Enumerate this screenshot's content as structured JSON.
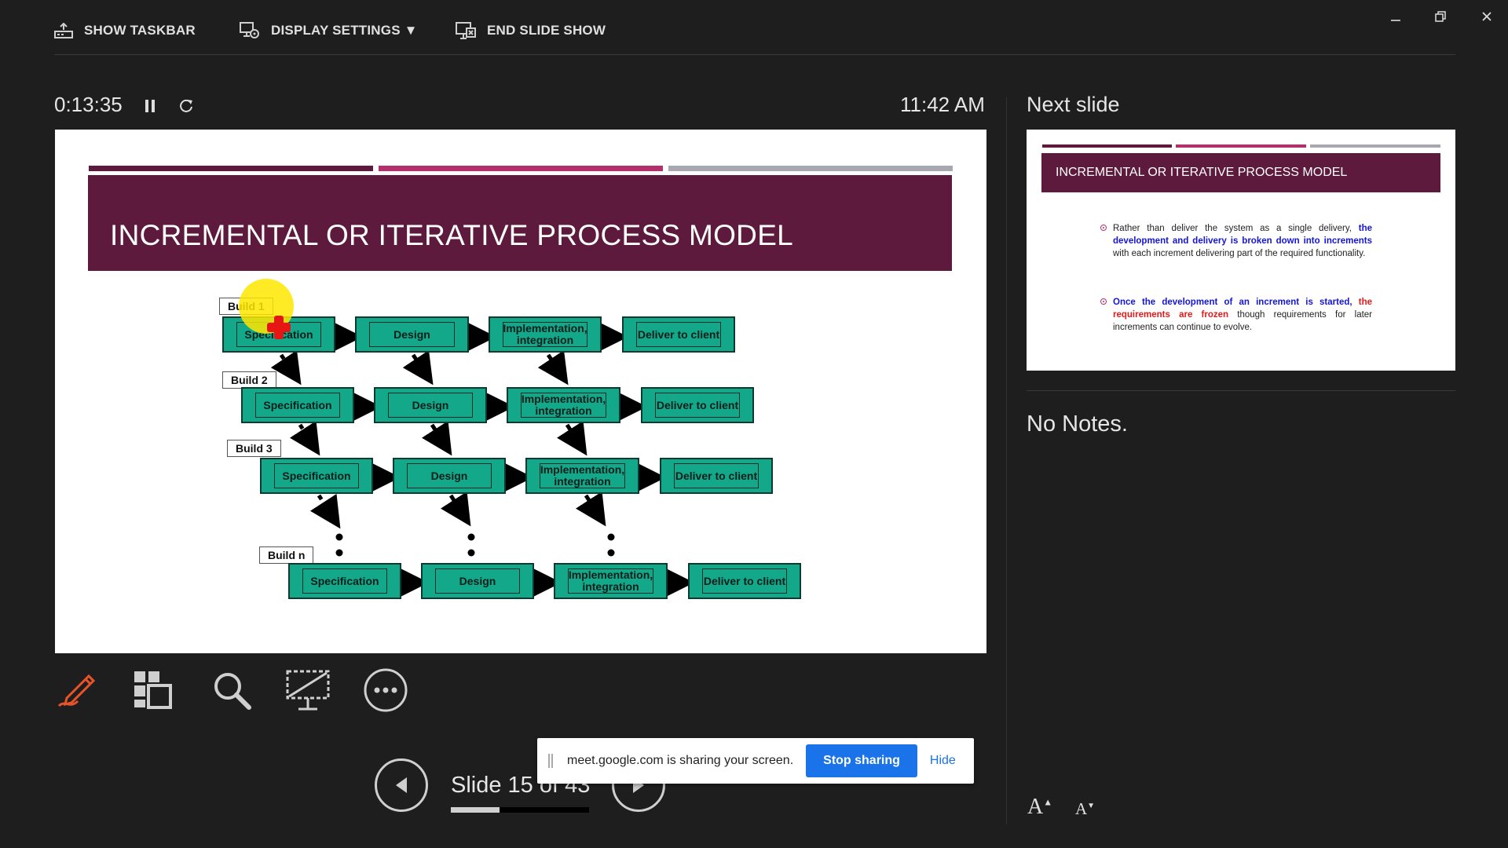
{
  "toolbar": {
    "show_taskbar": "SHOW TASKBAR",
    "display_settings": "DISPLAY SETTINGS ▼",
    "end_slide_show": "END SLIDE SHOW"
  },
  "presenter": {
    "elapsed_time": "0:13:35",
    "clock": "11:42 AM",
    "next_slide_label": "Next slide",
    "notes_text": "No Notes.",
    "slide_counter": "Slide 15 of 43",
    "progress_fraction": 0.35
  },
  "current_slide": {
    "title": "INCREMENTAL OR ITERATIVE PROCESS MODEL",
    "accent_colors": [
      "#5e1a3c",
      "#b3306c",
      "#a8a8b0"
    ],
    "builds": [
      {
        "label": "Build 1",
        "steps": [
          "Specification",
          "Design",
          "Implementation, integration",
          "Deliver to client"
        ]
      },
      {
        "label": "Build 2",
        "steps": [
          "Specification",
          "Design",
          "Implementation, integration",
          "Deliver to client"
        ]
      },
      {
        "label": "Build 3",
        "steps": [
          "Specification",
          "Design",
          "Implementation, integration",
          "Deliver to client"
        ]
      },
      {
        "label": "Build n",
        "steps": [
          "Specification",
          "Design",
          "Implementation, integration",
          "Deliver to client"
        ]
      }
    ]
  },
  "next_slide": {
    "title": "INCREMENTAL OR ITERATIVE PROCESS MODEL",
    "bullet1": {
      "t1": "Rather than deliver the system as a single delivery, ",
      "t2": "the development and delivery is broken down into increments",
      "t3": " with each increment delivering part of the required functionality."
    },
    "bullet2": {
      "t1": "Once the development of an increment is started,",
      "t2": " the requirements are frozen",
      "t3": " though requirements for later increments can continue to evolve."
    }
  },
  "share_bar": {
    "message": "meet.google.com is sharing your screen.",
    "stop_label": "Stop sharing",
    "hide_label": "Hide"
  },
  "font_controls": {
    "increase": "A",
    "decrease": "A"
  },
  "colors": {
    "background": "#1e1e1e",
    "pen_accent": "#e8532a",
    "box_fill": "#14a88a",
    "share_blue": "#1a73e8"
  }
}
